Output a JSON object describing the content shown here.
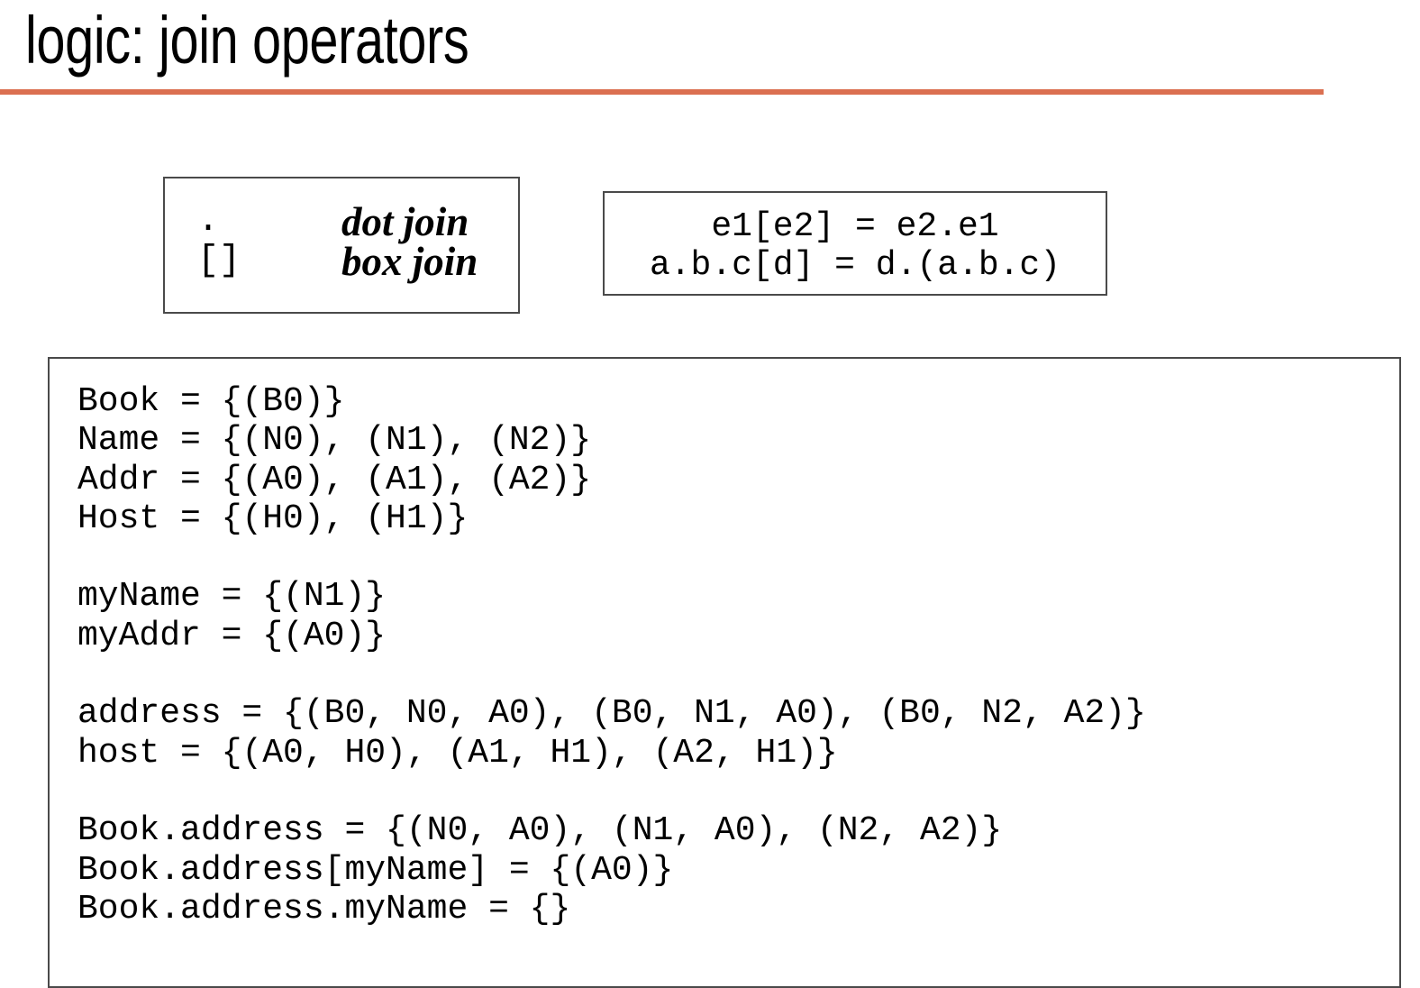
{
  "slide": {
    "title": "logic: join operators",
    "rule_color": "#db7051",
    "background_color": "#ffffff",
    "text_color": "#000000",
    "border_color": "#4a4a4a"
  },
  "operator_legend": {
    "rows": [
      {
        "symbol": ".",
        "name": "dot join"
      },
      {
        "symbol": "[]",
        "name": "box join"
      }
    ]
  },
  "equivalence": {
    "lines": [
      "e1[e2] = e2.e1",
      "a.b.c[d] = d.(a.b.c)"
    ]
  },
  "code": {
    "lines": [
      "Book = {(B0)}",
      "Name = {(N0), (N1), (N2)}",
      "Addr = {(A0), (A1), (A2)}",
      "Host = {(H0), (H1)}",
      "",
      "myName = {(N1)}",
      "myAddr = {(A0)}",
      "",
      "address = {(B0, N0, A0), (B0, N1, A0), (B0, N2, A2)}",
      "host = {(A0, H0), (A1, H1), (A2, H1)}",
      "",
      "Book.address = {(N0, A0), (N1, A0), (N2, A2)}",
      "Book.address[myName] = {(A0)}",
      "Book.address.myName = {}"
    ]
  }
}
